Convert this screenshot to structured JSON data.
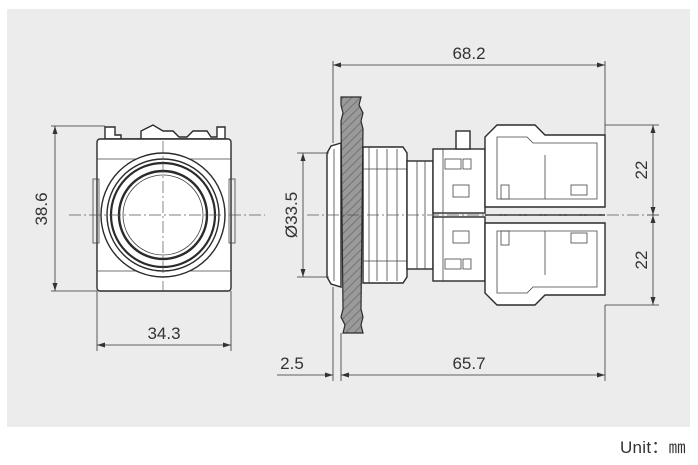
{
  "dimensions": {
    "overall_length": "68.2",
    "height": "38.6",
    "width": "34.3",
    "bezel_diameter": "Ø33.5",
    "upper_offset": "22",
    "lower_offset": "22",
    "flange_thickness": "2.5",
    "body_length": "65.7"
  },
  "unit_label": "Unit：㎜",
  "colors": {
    "panel": "#ececec",
    "line": "#2b2b2b",
    "hatch": "#8a8a8a"
  }
}
